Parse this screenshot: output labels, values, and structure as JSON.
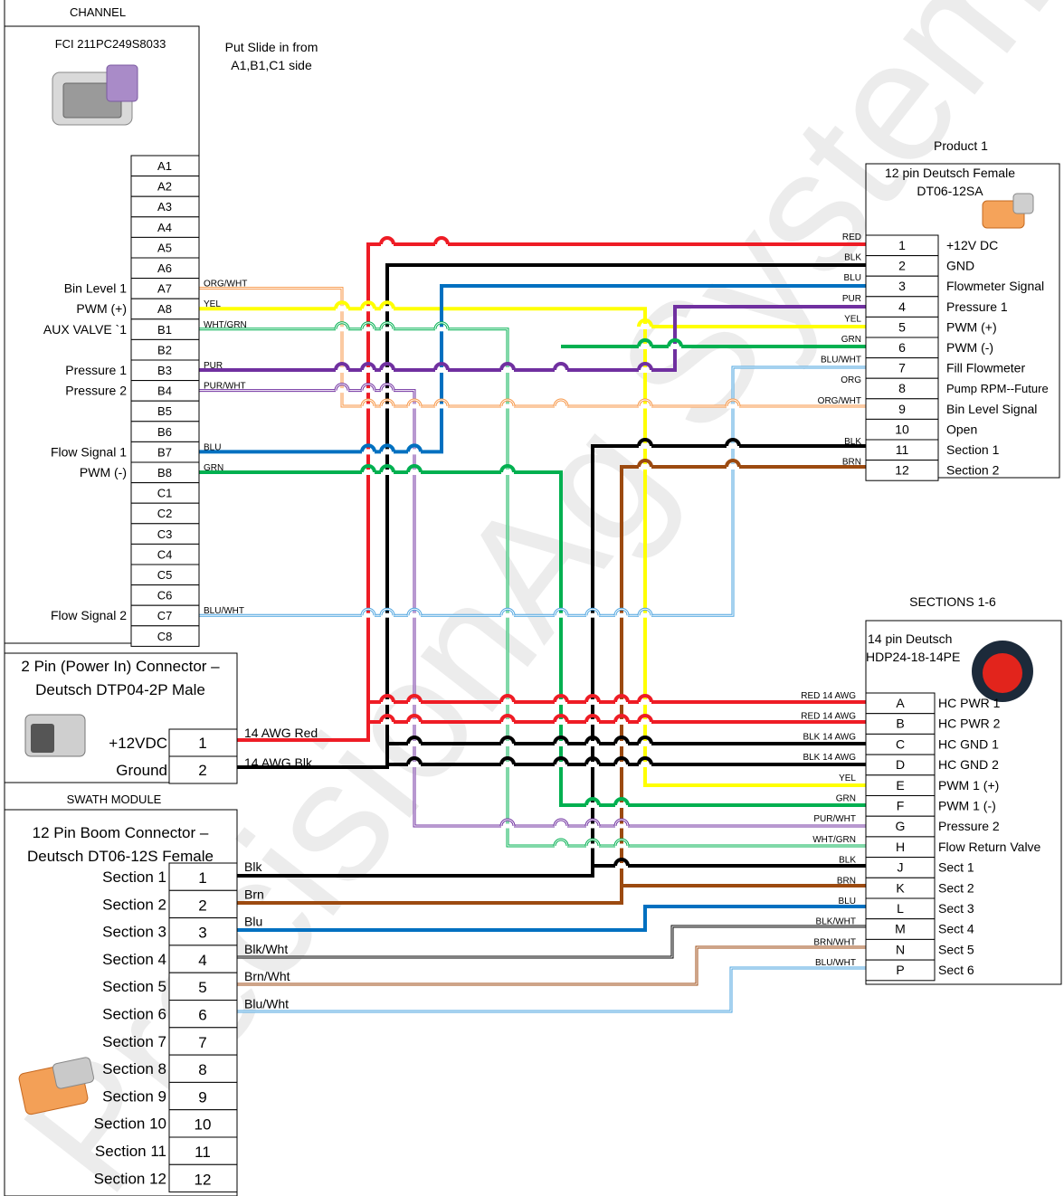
{
  "labels": {
    "channel": "CHANNEL",
    "channel_connector": "FCI 211PC249S8033",
    "slide_note_1": "Put Slide in from",
    "slide_note_2": "A1,B1,C1 side",
    "product": "Product 1",
    "product_conn_1": "12 pin Deutsch Female",
    "product_conn_2": "DT06-12SA",
    "sections": "SECTIONS 1-6",
    "sections_conn_1": "14 pin Deutsch",
    "sections_conn_2": "HDP24-18-14PE",
    "power_conn_1": "2 Pin (Power In) Connector –",
    "power_conn_2": "Deutsch DTP04-2P Male",
    "swath": "SWATH MODULE",
    "boom_conn_1": "12 Pin Boom Connector –",
    "boom_conn_2": "Deutsch DT06-12S Female",
    "watermark": "PrecisionAg Systems"
  },
  "channel_pins": [
    "A1",
    "A2",
    "A3",
    "A4",
    "A5",
    "A6",
    "A7",
    "A8",
    "B1",
    "B2",
    "B3",
    "B4",
    "B5",
    "B6",
    "B7",
    "B8",
    "C1",
    "C2",
    "C3",
    "C4",
    "C5",
    "C6",
    "C7",
    "C8"
  ],
  "channel_signals": {
    "A7": "Bin Level 1",
    "A8": "PWM (+)",
    "B1": "AUX VALVE `1",
    "B3": "Pressure 1",
    "B4": "Pressure 2",
    "B7": "Flow Signal 1",
    "B8": "PWM (-)",
    "C7": "Flow Signal 2"
  },
  "product_pins": [
    {
      "pin": "1",
      "signal": "+12V DC",
      "wire": "RED"
    },
    {
      "pin": "2",
      "signal": "GND",
      "wire": "BLK"
    },
    {
      "pin": "3",
      "signal": "Flowmeter Signal",
      "wire": "BLU"
    },
    {
      "pin": "4",
      "signal": "Pressure 1",
      "wire": "PUR"
    },
    {
      "pin": "5",
      "signal": "PWM (+)",
      "wire": "YEL"
    },
    {
      "pin": "6",
      "signal": "PWM (-)",
      "wire": "GRN"
    },
    {
      "pin": "7",
      "signal": "Fill Flowmeter",
      "wire": "BLU/WHT"
    },
    {
      "pin": "8",
      "signal": "Pump RPM--Future",
      "wire": "ORG"
    },
    {
      "pin": "9",
      "signal": "Bin Level Signal",
      "wire": "ORG/WHT"
    },
    {
      "pin": "10",
      "signal": "Open",
      "wire": ""
    },
    {
      "pin": "11",
      "signal": "Section 1",
      "wire": "BLK"
    },
    {
      "pin": "12",
      "signal": "Section 2",
      "wire": "BRN"
    }
  ],
  "sections_pins": [
    {
      "pin": "A",
      "signal": "HC PWR 1",
      "wire": "RED 14 AWG"
    },
    {
      "pin": "B",
      "signal": "HC PWR 2",
      "wire": "RED 14 AWG"
    },
    {
      "pin": "C",
      "signal": "HC GND 1",
      "wire": "BLK 14 AWG"
    },
    {
      "pin": "D",
      "signal": "HC GND 2",
      "wire": "BLK 14 AWG"
    },
    {
      "pin": "E",
      "signal": "PWM 1 (+)",
      "wire": "YEL"
    },
    {
      "pin": "F",
      "signal": "PWM 1 (-)",
      "wire": "GRN"
    },
    {
      "pin": "G",
      "signal": "Pressure 2",
      "wire": "PUR/WHT"
    },
    {
      "pin": "H",
      "signal": "Flow Return Valve",
      "wire": "WHT/GRN"
    },
    {
      "pin": "J",
      "signal": "Sect 1",
      "wire": "BLK"
    },
    {
      "pin": "K",
      "signal": "Sect 2",
      "wire": "BRN"
    },
    {
      "pin": "L",
      "signal": "Sect 3",
      "wire": "BLU"
    },
    {
      "pin": "M",
      "signal": "Sect 4",
      "wire": "BLK/WHT"
    },
    {
      "pin": "N",
      "signal": "Sect 5",
      "wire": "BRN/WHT"
    },
    {
      "pin": "P",
      "signal": "Sect 6",
      "wire": "BLU/WHT"
    }
  ],
  "power_pins": [
    {
      "pin": "1",
      "signal": "+12VDC",
      "wire": "14 AWG Red"
    },
    {
      "pin": "2",
      "signal": "Ground",
      "wire": "14 AWG Blk"
    }
  ],
  "boom_pins": [
    {
      "pin": "1",
      "signal": "Section 1",
      "wire": "Blk"
    },
    {
      "pin": "2",
      "signal": "Section 2",
      "wire": "Brn"
    },
    {
      "pin": "3",
      "signal": "Section 3",
      "wire": "Blu"
    },
    {
      "pin": "4",
      "signal": "Section 4",
      "wire": "Blk/Wht"
    },
    {
      "pin": "5",
      "signal": "Section 5",
      "wire": "Brn/Wht"
    },
    {
      "pin": "6",
      "signal": "Section 6",
      "wire": "Blu/Wht"
    },
    {
      "pin": "7",
      "signal": "Section 7",
      "wire": ""
    },
    {
      "pin": "8",
      "signal": "Section 8",
      "wire": ""
    },
    {
      "pin": "9",
      "signal": "Section 9",
      "wire": ""
    },
    {
      "pin": "10",
      "signal": "Section 10",
      "wire": ""
    },
    {
      "pin": "11",
      "signal": "Section 11",
      "wire": ""
    },
    {
      "pin": "12",
      "signal": "Section 12",
      "wire": ""
    }
  ],
  "channel_wires": {
    "A7": "ORG/WHT",
    "A8": "YEL",
    "B1": "WHT/GRN",
    "B3": "PUR",
    "B4": "PUR/WHT",
    "B7": "BLU",
    "B8": "GRN",
    "C7": "BLU/WHT"
  },
  "colors": {
    "red": "#ee1c25",
    "black": "#000000",
    "blue": "#0070c0",
    "purple": "#7030a0",
    "yellow": "#ffff00",
    "green": "#00b050",
    "orange": "#f79646",
    "brown": "#9c4a10",
    "light_blue": "#4aa3df",
    "grey": "#808080"
  }
}
